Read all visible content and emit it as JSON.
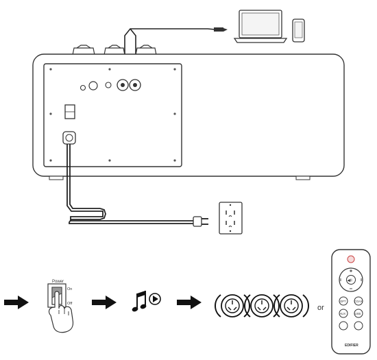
{
  "power_switch": {
    "title": "Power",
    "on_label": "On",
    "off_label": "Off"
  },
  "or_label": "or",
  "remote": {
    "brand_label": "EDIFIER",
    "center_button_label": "◀II",
    "button_labels": [
      "AUX",
      "USB",
      "OPT",
      "COAX"
    ]
  },
  "icons": [
    "laptop-icon",
    "smartphone-icon",
    "wall-outlet-icon",
    "power-plug-icon",
    "music-note-icon",
    "knob-icon",
    "remote-control-icon",
    "hand-icon"
  ]
}
